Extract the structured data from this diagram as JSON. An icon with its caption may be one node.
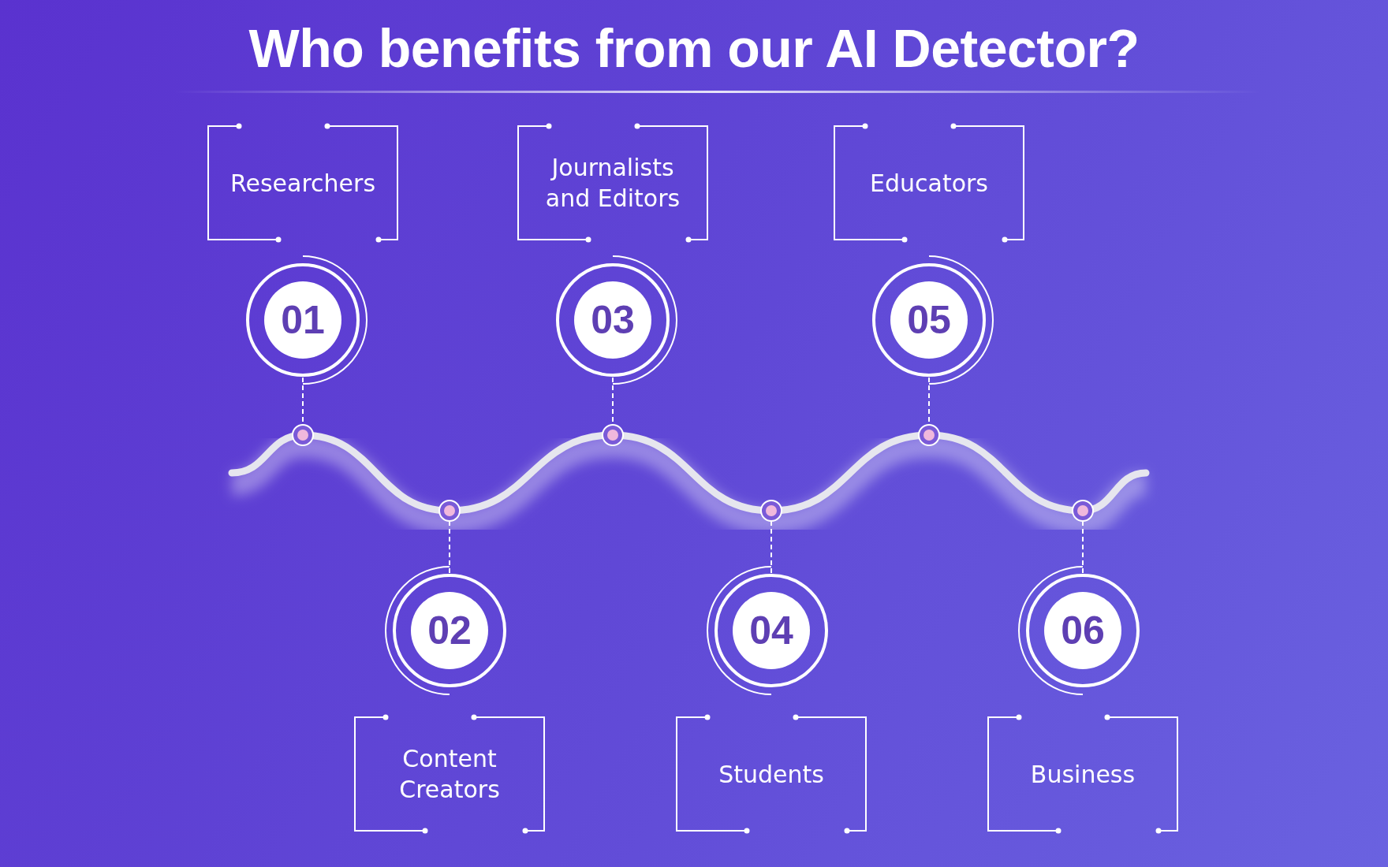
{
  "diagram": {
    "title": "Who benefits from our AI Detector?",
    "nodes": [
      {
        "text": [
          "Researchers"
        ]
      },
      {
        "text": [
          "01"
        ]
      },
      {
        "text": [],
        "shape": "circle"
      },
      {
        "text": [
          "Content Creators"
        ]
      },
      {
        "text": [
          "02"
        ]
      },
      {
        "text": [],
        "shape": "circle"
      },
      {
        "text": [
          "Journalists and Editors"
        ]
      },
      {
        "text": [
          "03"
        ]
      },
      {
        "text": [],
        "shape": "circle"
      },
      {
        "text": [
          "Students"
        ]
      },
      {
        "text": [
          "04"
        ]
      },
      {
        "text": [],
        "shape": "circle"
      },
      {
        "text": [
          "Educators"
        ]
      },
      {
        "text": [
          "05"
        ]
      },
      {
        "text": [],
        "shape": "circle"
      },
      {
        "text": [
          "Business"
        ]
      },
      {
        "text": [
          "06"
        ]
      },
      {
        "text": [],
        "shape": "circle"
      }
    ],
    "edges": [
      {
        "from": 1,
        "to": 2,
        "arrow": "none",
        "style": "dashed"
      },
      {
        "from": 4,
        "to": 5,
        "arrow": "none",
        "style": "dashed"
      },
      {
        "from": 7,
        "to": 8,
        "arrow": "none",
        "style": "dashed"
      },
      {
        "from": 10,
        "to": 11,
        "arrow": "none",
        "style": "dashed"
      },
      {
        "from": 13,
        "to": 14,
        "arrow": "none",
        "style": "dashed"
      },
      {
        "from": 16,
        "to": 17,
        "arrow": "none",
        "style": "dashed"
      }
    ]
  }
}
